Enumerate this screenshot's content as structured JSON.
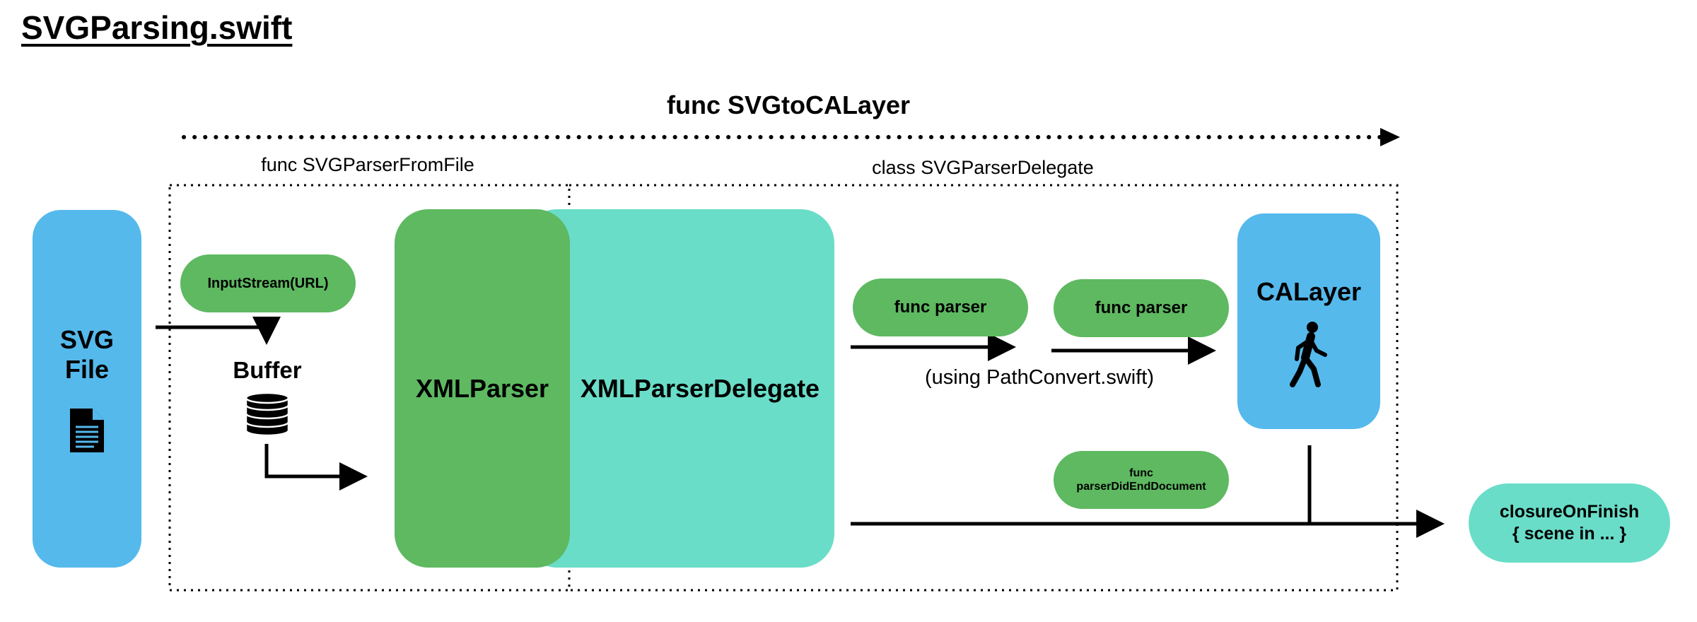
{
  "page_title": "SVGParsing.swift",
  "main_function": "func SVGtoCALayer",
  "groups": {
    "parser_from_file": "func SVGParserFromFile",
    "parser_delegate": "class SVGParserDelegate"
  },
  "nodes": {
    "svg_file": {
      "line1": "SVG",
      "line2": "File",
      "icon": "document-icon"
    },
    "input_stream": "InputStream(URL)",
    "buffer": {
      "label": "Buffer",
      "icon": "database-icon"
    },
    "xml_parser": "XMLParser",
    "xml_parser_delegate": "XMLParserDelegate",
    "func_parser_1": "func parser",
    "func_parser_2": "func parser",
    "path_convert_note": "(using PathConvert.swift)",
    "calayer": {
      "label": "CALayer",
      "icon": "walking-person-icon"
    },
    "parser_did_end": {
      "line1": "func",
      "line2": "parserDidEndDocument"
    },
    "closure_on_finish": {
      "line1": "closureOnFinish",
      "line2": "{ scene in ... }"
    }
  },
  "colors": {
    "blue": "#55b9ec",
    "green": "#5eb961",
    "teal": "#69ddc8"
  }
}
